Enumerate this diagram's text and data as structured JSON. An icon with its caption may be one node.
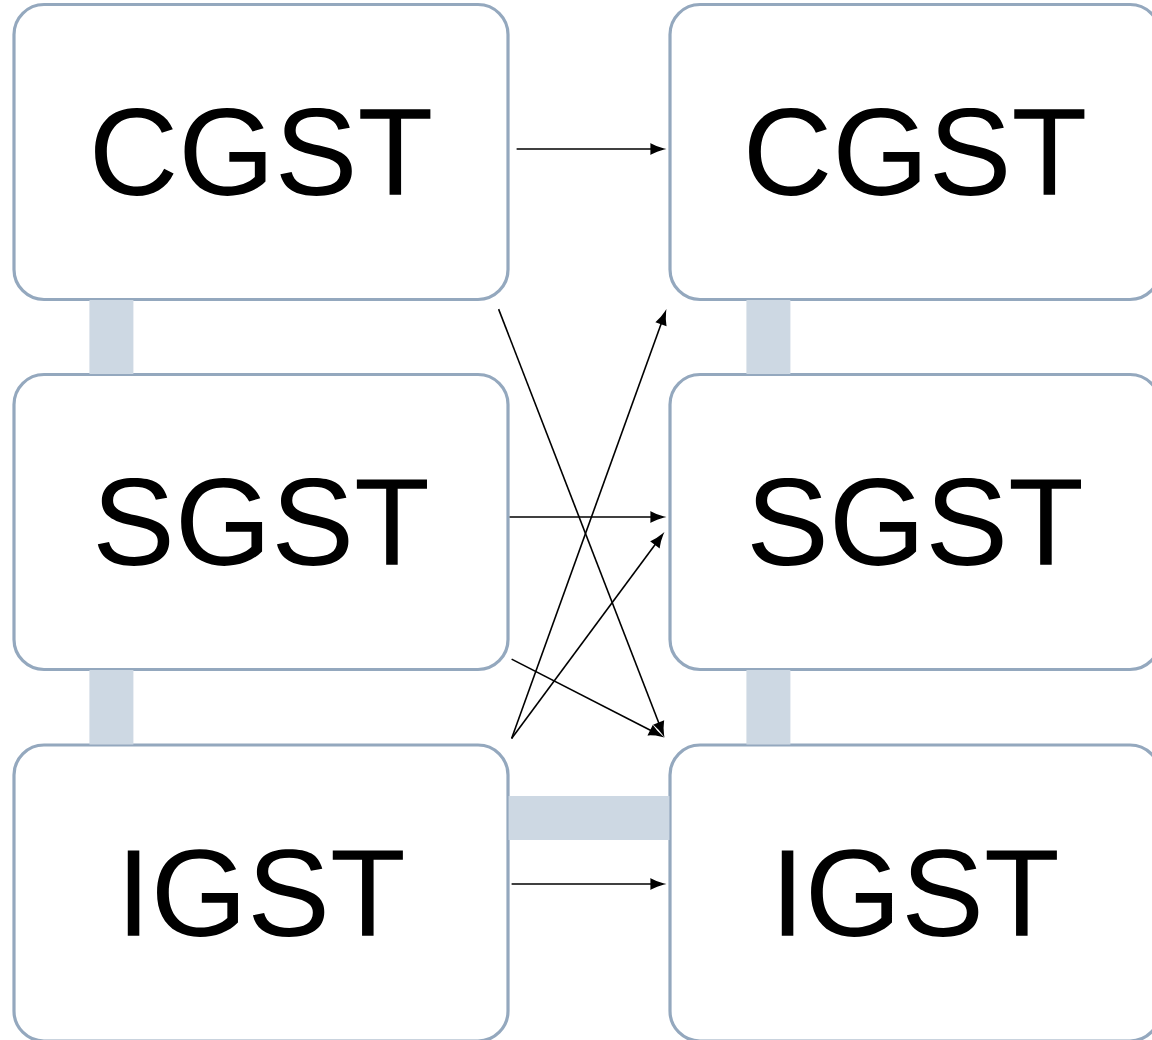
{
  "diagram": {
    "nodes": [
      {
        "text": [
          "CGST"
        ]
      },
      {
        "text": [
          "SGST"
        ]
      },
      {
        "text": [
          "IGST"
        ]
      },
      {
        "text": [
          "CGST"
        ]
      },
      {
        "text": [
          "SGST"
        ]
      },
      {
        "text": [
          "IGST"
        ]
      }
    ],
    "edges": [
      {
        "from": 0,
        "to": 1,
        "arrow": "none",
        "style": "thick",
        "color": "#cdd8e3"
      },
      {
        "from": 1,
        "to": 2,
        "arrow": "none",
        "style": "thick",
        "color": "#cdd8e3"
      },
      {
        "from": 3,
        "to": 4,
        "arrow": "none",
        "style": "thick",
        "color": "#cdd8e3"
      },
      {
        "from": 4,
        "to": 5,
        "arrow": "none",
        "style": "thick",
        "color": "#cdd8e3"
      },
      {
        "from": 2,
        "to": 5,
        "arrow": "none",
        "style": "thick",
        "color": "#cdd8e3"
      },
      {
        "from": 0,
        "to": 3,
        "arrow": "to"
      },
      {
        "from": 0,
        "to": 5,
        "arrow": "to"
      },
      {
        "from": 1,
        "to": 4,
        "arrow": "to"
      },
      {
        "from": 1,
        "to": 5,
        "arrow": "to"
      },
      {
        "from": 2,
        "to": 3,
        "arrow": "to"
      },
      {
        "from": 2,
        "to": 4,
        "arrow": "to"
      },
      {
        "from": 2,
        "to": 5,
        "arrow": "to"
      }
    ]
  }
}
